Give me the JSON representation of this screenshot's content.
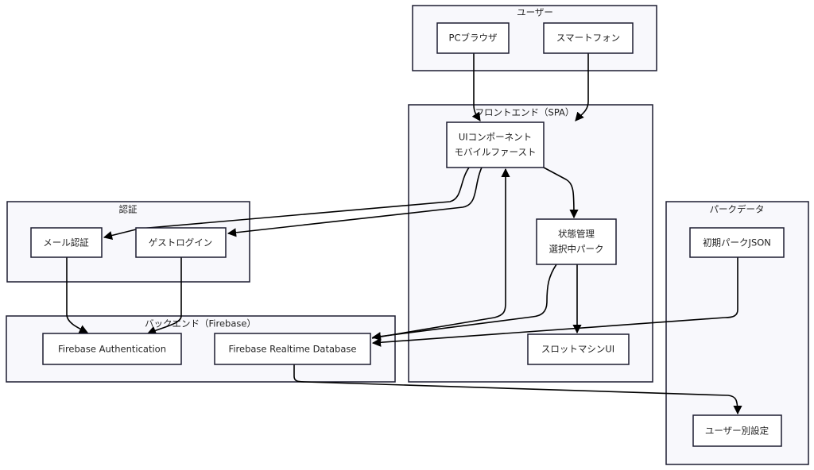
{
  "clusters": {
    "users": "ユーザー",
    "frontend": "フロントエンド（SPA）",
    "auth": "認証",
    "backend": "バックエンド（Firebase）",
    "parkdata": "パークデータ"
  },
  "nodes": {
    "pc": "PCブラウザ",
    "phone": "スマートフォン",
    "ui_line1": "UIコンポーネント",
    "ui_line2": "モバイルファースト",
    "state_line1": "状態管理",
    "state_line2": "選択中パーク",
    "slot": "スロットマシンUI",
    "mail": "メール認証",
    "guest": "ゲストログイン",
    "fbauth": "Firebase Authentication",
    "rtdb": "Firebase Realtime Database",
    "json": "初期パークJSON",
    "usersettings": "ユーザー別設定"
  }
}
